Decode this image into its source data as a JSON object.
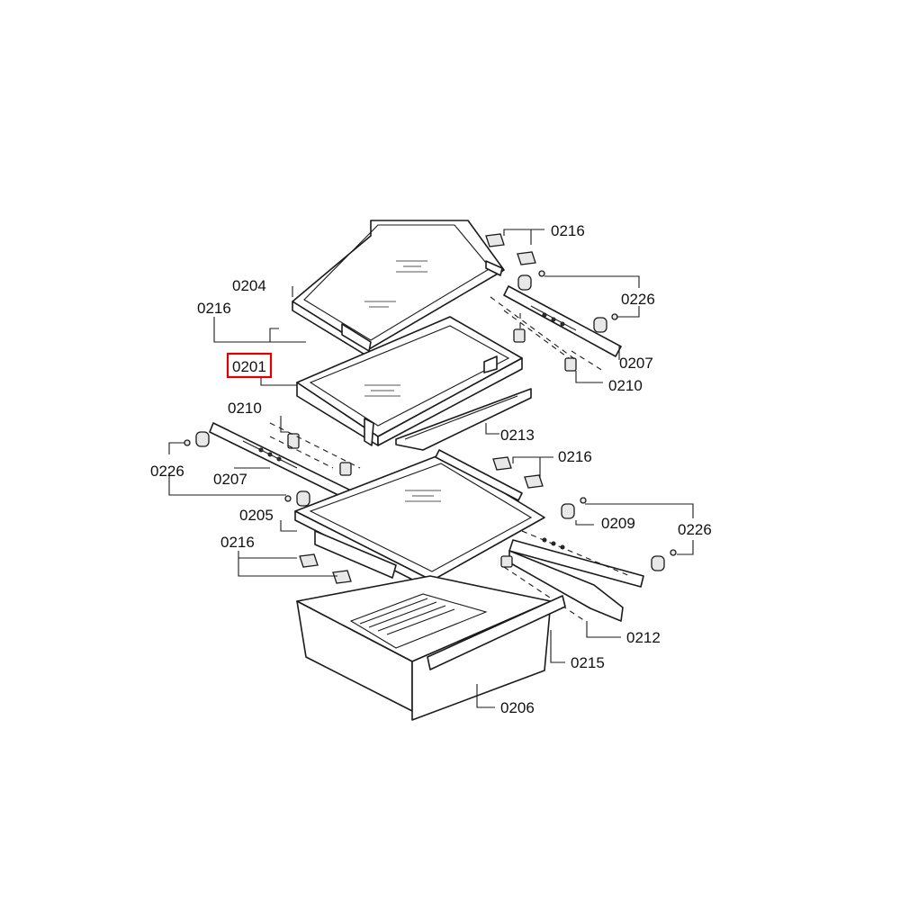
{
  "highlighted_part": "0201",
  "highlight_color": "#e00000",
  "labels": {
    "l_0216_top": "0216",
    "l_0204": "0204",
    "l_0226_top": "0226",
    "l_0216_left": "0216",
    "l_0201": "0201",
    "l_0207_right": "0207",
    "l_0210_right": "0210",
    "l_0210_left": "0210",
    "l_0213": "0213",
    "l_0226_left": "0226",
    "l_0216_mid": "0216",
    "l_0207_left": "0207",
    "l_0205": "0205",
    "l_0209": "0209",
    "l_0226_right": "0226",
    "l_0216_bottom": "0216",
    "l_0212": "0212",
    "l_0215": "0215",
    "l_0206": "0206"
  }
}
